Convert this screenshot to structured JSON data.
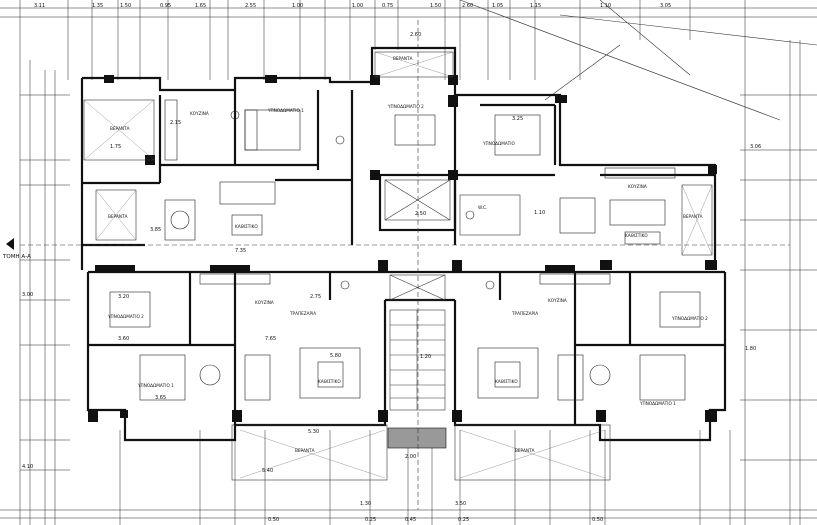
{
  "top_dims": [
    "3.11",
    "1.35",
    "1.50",
    "0.95",
    "1.65",
    "2.55",
    "1.00",
    "1.00",
    "0.75",
    "1.50",
    "2.60",
    "1.05",
    "1.15",
    "1.10",
    "3.05"
  ],
  "bottom_dims": [
    "0.50",
    "0.25",
    "0.45",
    "0.25",
    "0.50"
  ],
  "rooms": {
    "kouzina_tl": "ΚΟΥΖΙΝΑ",
    "ypnod1_tl": "ΥΠΝΟΔΩΜΑΤΙΟ 1",
    "ypnod2_tc": "ΥΠΝΟΔΩΜΑΤΙΟ 2",
    "ypnod_tr": "ΥΠΝΟΔΩΜΑΤΙΟ",
    "kathistiko_tl": "ΚΑΘΙΣΤΙΚΟ",
    "kathistiko_tr": "ΚΑΘΙΣΤΙΚΟ",
    "kouzina_tr": "ΚΟΥΖΙΝΑ",
    "veranta_tl": "ΒΕΡΑΝΤΑ",
    "veranta_l": "ΒΕΡΑΝΤΑ",
    "veranta_r": "ΒΕΡΑΝΤΑ",
    "veranta_top": "ΒΕΡΑΝΤΑ",
    "wc_c": "W.C.",
    "ypnod2_bl": "ΥΠΝΟΔΩΜΑΤΙΟ 2",
    "ypnod1_bl": "ΥΠΝΟΔΩΜΑΤΙΟ 1",
    "kouzina_bl": "ΚΟΥΖΙΝΑ",
    "kathistiko_bl": "ΚΑΘΙΣΤΙΚΟ",
    "kouzina_br": "ΚΟΥΖΙΝΑ",
    "kathistiko_br": "ΚΑΘΙΣΤΙΚΟ",
    "ypnod2_br": "ΥΠΝΟΔΩΜΑΤΙΟ 2",
    "ypnod1_br": "ΥΠΝΟΔΩΜΑΤΙΟ 1",
    "trapezaria_bl": "ΤΡΑΠΕΖΑΡΙΑ",
    "trapezaria_br": "ΤΡΑΠΕΖΑΡΙΑ",
    "veranta_bl": "ΒΕΡΑΝΤΑ",
    "veranta_br": "ΒΕΡΑΝΤΑ"
  },
  "section_label": "ΤΟΜΗ Α-Α",
  "labels": {
    "d385": "3.85",
    "d365": "3.65",
    "d735": "7.35",
    "d765": "7.65",
    "d530": "5.30",
    "d540": "5.40",
    "d200": "2.00",
    "d300": "3.00",
    "d580": "5.80",
    "d120": "1.20",
    "d360": "3.60",
    "d320": "3.20",
    "d275": "2.75",
    "d215": "2.15",
    "d325": "3.25",
    "d250": "2.50",
    "d350": "3.50",
    "d130": "1.30",
    "d260": "2.60",
    "d306": "3.06",
    "d410": "4.10",
    "d110": "1.10",
    "d175": "1.75",
    "d180": "1.80"
  }
}
